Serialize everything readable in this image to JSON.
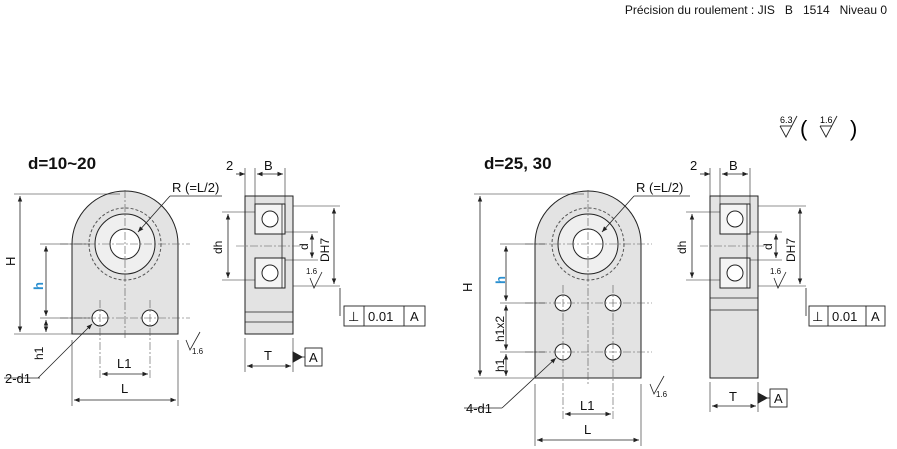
{
  "header": {
    "precision_text": "Précision du roulement : JIS   B   1514   Niveau 0"
  },
  "roughness": {
    "main": "6.3",
    "alt": "1.6",
    "paren_open": "(",
    "paren_close": ")"
  },
  "left_view": {
    "title": "d=10~20",
    "radius_label": "R (=L/2)",
    "dim_2": "2",
    "dim_B": "B",
    "dim_H": "H",
    "dim_h": "h",
    "dim_h1": "h1",
    "dim_L1": "L1",
    "dim_L": "L",
    "hole_callout": "2-d1",
    "dim_dh": "dh",
    "dim_d": "d",
    "dim_D": "DH7",
    "dim_T": "T",
    "datum": "A",
    "tolerance_symbol": "⊥",
    "tolerance_value": "0.01",
    "tolerance_datum": "A",
    "finish_a": "1.6",
    "finish_b": "1.6"
  },
  "right_view": {
    "title": "d=25, 30",
    "radius_label": "R (=L/2)",
    "dim_2": "2",
    "dim_B": "B",
    "dim_H": "H",
    "dim_h": "h",
    "dim_h1x2": "h1x2",
    "dim_h1": "h1",
    "dim_L1": "L1",
    "dim_L": "L",
    "hole_callout": "4-d1",
    "dim_dh": "dh",
    "dim_d": "d",
    "dim_D": "DH7",
    "dim_T": "T",
    "datum": "A",
    "tolerance_symbol": "⊥",
    "tolerance_value": "0.01",
    "tolerance_datum": "A",
    "finish_a": "1.6",
    "finish_b": "1.6"
  },
  "colors": {
    "line": "#222222",
    "part_fill": "#e3e3e3",
    "accent_h": "#2a8fd0"
  }
}
